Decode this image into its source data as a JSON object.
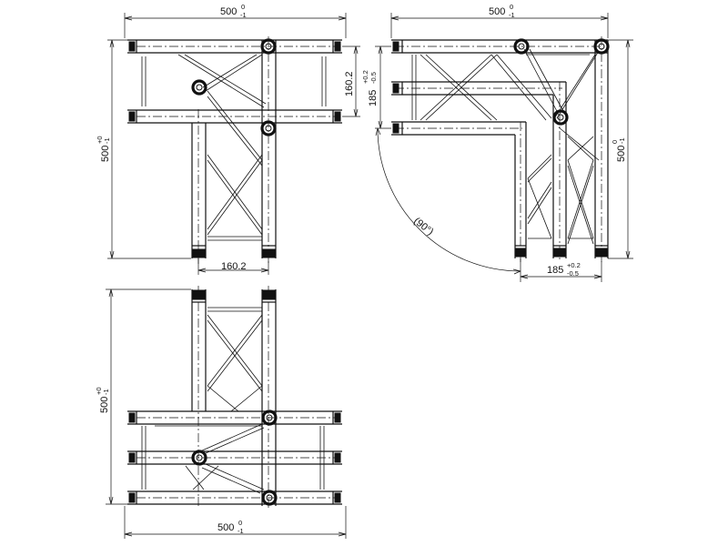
{
  "views": {
    "top_left": {
      "width_dim": {
        "value": "500",
        "tol_upper": "0",
        "tol_lower": "-1"
      },
      "height_dim": {
        "value": "500",
        "tol_upper": "+0",
        "tol_lower": "-1"
      },
      "right_dim": {
        "value": "160.2"
      },
      "bottom_dim": {
        "value": "160.2"
      }
    },
    "top_right": {
      "width_dim": {
        "value": "500",
        "tol_upper": "0",
        "tol_lower": "-1"
      },
      "height_dim": {
        "value": "500",
        "tol_upper": "0",
        "tol_lower": "-1"
      },
      "left_dim": {
        "value": "185",
        "tol_upper": "+0.2",
        "tol_lower": "-0.5"
      },
      "bottom_dim": {
        "value": "185",
        "tol_upper": "+0.2",
        "tol_lower": "-0.5"
      },
      "angle_dim": {
        "value": "(90°)"
      }
    },
    "bottom_left": {
      "width_dim": {
        "value": "500",
        "tol_upper": "0",
        "tol_lower": "-1"
      },
      "height_dim": {
        "value": "500",
        "tol_upper": "+0",
        "tol_lower": "-1"
      }
    }
  }
}
